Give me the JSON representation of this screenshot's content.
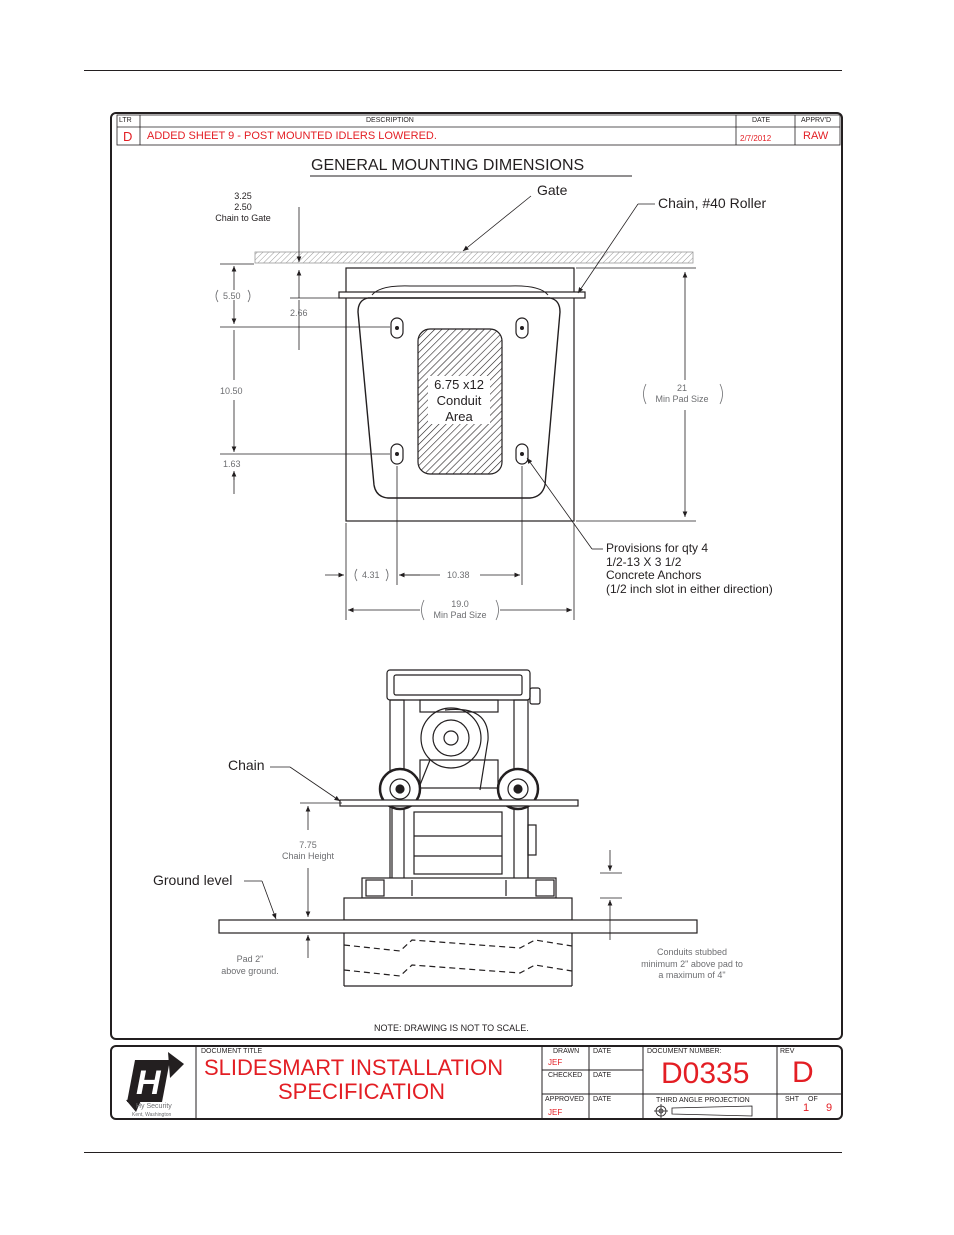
{
  "revision_block": {
    "col_ltr": "LTR",
    "col_description": "DESCRIPTION",
    "col_date": "DATE",
    "col_apprvd": "APPRV'D",
    "ltr": "D",
    "description": "ADDED SHEET 9 - POST MOUNTED IDLERS LOWERED.",
    "date": "2/7/2012",
    "apprvd": "RAW"
  },
  "top_view": {
    "heading": "GENERAL MOUNTING DIMENSIONS",
    "gate_label": "Gate",
    "chain_roller_label": "Chain, #40 Roller",
    "chain_to_gate": [
      "3.25",
      "2.50",
      "Chain to Gate"
    ],
    "dim_5_50": "5.50",
    "dim_2_66": "2.66",
    "dim_10_50": "10.50",
    "dim_1_63": "1.63",
    "conduit_area": [
      "6.75 x12",
      "Conduit",
      "Area"
    ],
    "min_pad_21": [
      "21",
      "Min Pad Size"
    ],
    "dim_4_31": "4.31",
    "dim_10_38": "10.38",
    "min_pad_19": [
      "19.0",
      "Min Pad Size"
    ],
    "anchors_note": [
      "Provisions for qty 4",
      "1/2-13 X 3 1/2",
      "Concrete Anchors",
      "(1/2 inch slot in either direction)"
    ]
  },
  "front_view": {
    "chain_label": "Chain",
    "chain_height": [
      "7.75",
      "Chain Height"
    ],
    "ground_label": "Ground level",
    "pad_note": [
      "Pad  2\"",
      "above ground."
    ],
    "conduit_note": [
      "Conduits stubbed",
      "minimum 2\" above pad to",
      "a maximum of 4\""
    ]
  },
  "scale_note": "NOTE: DRAWING IS NOT TO SCALE.",
  "title_block": {
    "doc_title_label": "DOCUMENT TITLE",
    "title_line1": "SLIDESMART INSTALLATION",
    "title_line2": "SPECIFICATION",
    "logo_text": "Hy Security",
    "logo_location": "Kent, Washington",
    "drawn_label": "DRAWN",
    "drawn_value": "JEF",
    "checked_label": "CHECKED",
    "approved_label": "APPROVED",
    "approved_value": "JEF",
    "date_label": "DATE",
    "doc_number_label": "DOCUMENT NUMBER:",
    "doc_number": "D0335",
    "projection_label": "THIRD ANGLE PROJECTION",
    "rev_label": "REV",
    "rev_value": "D",
    "sht_label": "SHT",
    "of_label": "OF",
    "sheet": "1",
    "of_total": "9"
  },
  "colors": {
    "accent_red": "#e31e24",
    "line": "#231f20",
    "dim_gray": "#6d6e71"
  }
}
